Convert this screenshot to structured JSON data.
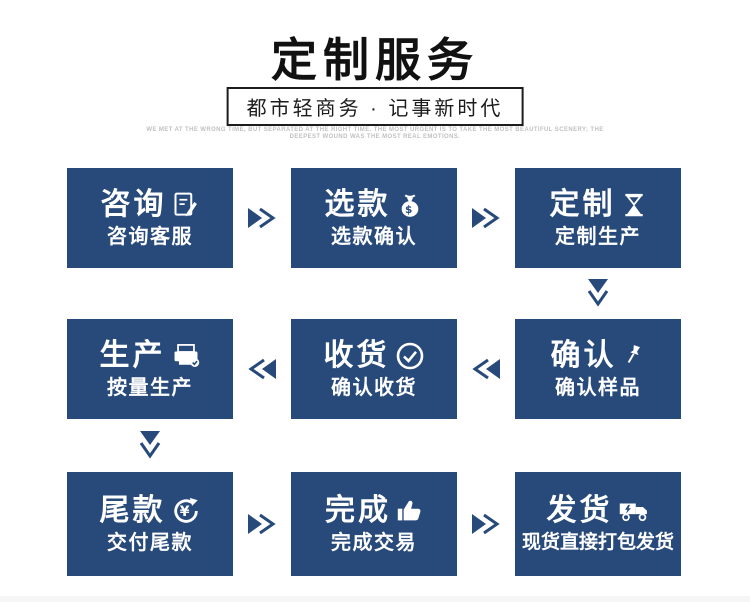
{
  "page": {
    "title": "定制服务",
    "subtitle": "都市轻商务 · 记事新时代",
    "caption_line1": "WE MET AT THE WRONG TIME, BUT SEPARATED AT THE RIGHT TIME. THE MOST URGENT IS TO TAKE THE MOST BEAUTIFUL SCENERY; THE",
    "caption_line2": "DEEPEST WOUND WAS THE MOST REAL EMOTIONS."
  },
  "colors": {
    "box_navy": "#274a7b",
    "title_black": "#111111",
    "caption_gray": "#c2bfbf",
    "text_white": "#ffffff"
  },
  "steps": [
    {
      "title": "咨询",
      "subtitle": "咨询客服",
      "icon": "memo-edit-icon"
    },
    {
      "title": "选款",
      "subtitle": "选款确认",
      "icon": "money-bag-icon"
    },
    {
      "title": "定制",
      "subtitle": "定制生产",
      "icon": "hourglass-icon"
    },
    {
      "title": "生产",
      "subtitle": "按量生产",
      "icon": "printer-icon"
    },
    {
      "title": "收货",
      "subtitle": "确认收货",
      "icon": "check-circle-icon"
    },
    {
      "title": "确认",
      "subtitle": "确认样品",
      "icon": "pushpin-icon"
    },
    {
      "title": "尾款",
      "subtitle": "交付尾款",
      "icon": "yuan-cycle-icon"
    },
    {
      "title": "完成",
      "subtitle": "完成交易",
      "icon": "thumbs-up-icon"
    },
    {
      "title": "发货",
      "subtitle": "现货直接打包发货",
      "icon": "truck-icon"
    }
  ],
  "flow": {
    "direction_note": "S-shaped flow: row1 left-to-right, down, row2 right-to-left, down, row3 left-to-right",
    "arrow_style": "solid triangle plus outlined chevron"
  }
}
